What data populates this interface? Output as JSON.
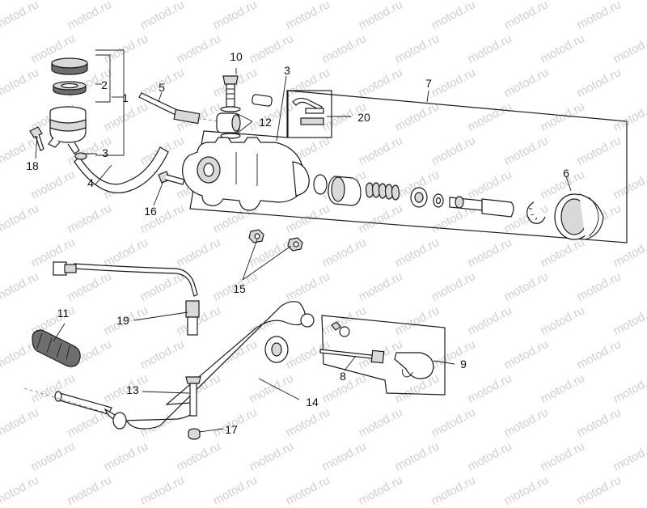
{
  "watermark": "motod.ru",
  "callouts": [
    "1",
    "2",
    "3",
    "3",
    "4",
    "5",
    "6",
    "7",
    "8",
    "9",
    "10",
    "11",
    "12",
    "13",
    "14",
    "15",
    "16",
    "17",
    "18",
    "19",
    "20"
  ]
}
